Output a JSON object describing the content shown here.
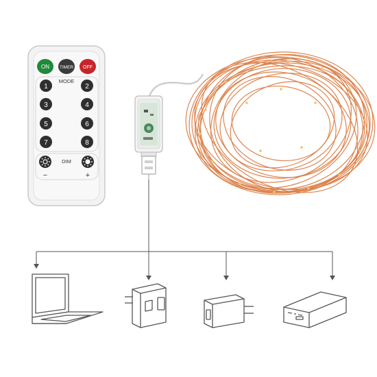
{
  "remote": {
    "on_label": "ON",
    "timer_label": "TIMER",
    "off_label": "OFF",
    "mode_label": "MODE",
    "dim_label": "DIM",
    "minus_label": "−",
    "plus_label": "+",
    "mode_buttons": [
      "1",
      "2",
      "3",
      "4",
      "5",
      "6",
      "7",
      "8"
    ]
  },
  "colors": {
    "on_button": "#1f8a3a",
    "off_button": "#c8242b",
    "timer_button": "#3a3a3a",
    "number_button": "#2f2f2f",
    "copper_wire": "#d9773b",
    "remote_body": "#f2f2f2"
  },
  "icons": [
    "laptop-icon",
    "wall-adapter-icon",
    "usb-charger-icon",
    "power-bank-icon",
    "usb-plug-icon",
    "controller-box-icon"
  ]
}
